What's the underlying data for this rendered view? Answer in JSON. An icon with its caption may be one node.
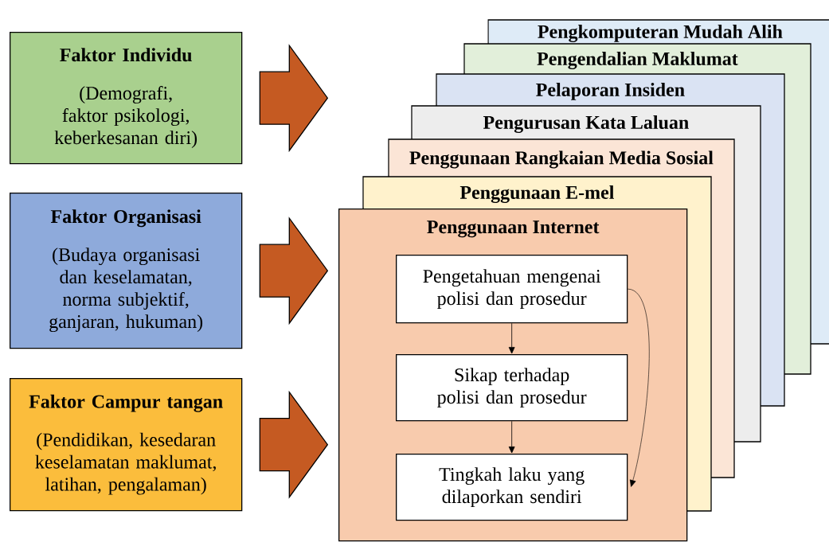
{
  "diagram": {
    "nodes": [
      {
        "text": [
          "Faktor Individu",
          "(Demografi, faktor psikologi, keberkesanan diri)"
        ]
      },
      {
        "text": [
          "Faktor Organisasi",
          "(Budaya organisasi dan keselamatan, norma subjektif, ganjaran, hukuman)"
        ]
      },
      {
        "text": [
          "Faktor Campur tangan",
          "(Pendidikan, kesedaran keselamatan maklumat, latihan, pengalaman)"
        ]
      },
      {
        "text": [
          "Pengkomputeran Mudah Alih"
        ]
      },
      {
        "text": [
          "Pengendalian Maklumat"
        ]
      },
      {
        "text": [
          "Pelaporan Insiden"
        ]
      },
      {
        "text": [
          "Pengurusan Kata Laluan"
        ]
      },
      {
        "text": [
          "Penggunaan Rangkaian Media Sosial"
        ]
      },
      {
        "text": [
          "Penggunaan E-mel"
        ]
      },
      {
        "text": [
          "Penggunaan Internet"
        ]
      },
      {
        "text": [
          "Pengetahuan mengenai polisi dan prosedur"
        ],
        "in": 9
      },
      {
        "text": [
          "Sikap terhadap polisi dan prosedur"
        ],
        "in": 9
      },
      {
        "text": [
          "Tingkah laku yang dilaporkan sendiri"
        ],
        "in": 9
      }
    ],
    "edges": [
      {
        "from": 0,
        "to": null,
        "arrow": "to",
        "style": "thick",
        "color": "#c55a22"
      },
      {
        "from": 1,
        "to": null,
        "arrow": "to",
        "style": "thick",
        "color": "#c55a22"
      },
      {
        "from": 2,
        "to": null,
        "arrow": "to",
        "style": "thick",
        "color": "#c55a22"
      },
      {
        "from": 10,
        "to": 11,
        "arrow": "to"
      },
      {
        "from": 11,
        "to": 12,
        "arrow": "to"
      },
      {
        "from": 10,
        "to": 12,
        "arrow": "to"
      }
    ]
  }
}
